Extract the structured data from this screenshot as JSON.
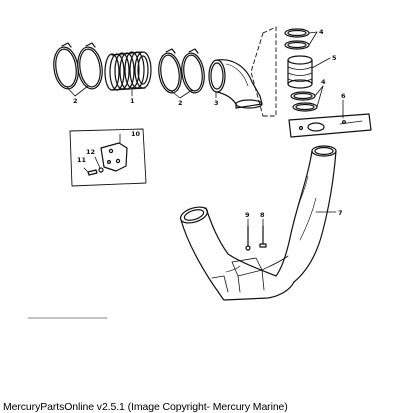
{
  "callouts": {
    "c1": "1",
    "c2a": "2",
    "c2b": "2",
    "c3": "3",
    "c4a": "4",
    "c4b": "4",
    "c5": "5",
    "c6": "6",
    "c7": "7",
    "c8": "8",
    "c9": "9",
    "c10": "10",
    "c11": "11",
    "c12": "12"
  },
  "footer": {
    "text": "MercuryPartsOnline v2.5.1 (Image Copyright- Mercury Marine)"
  }
}
